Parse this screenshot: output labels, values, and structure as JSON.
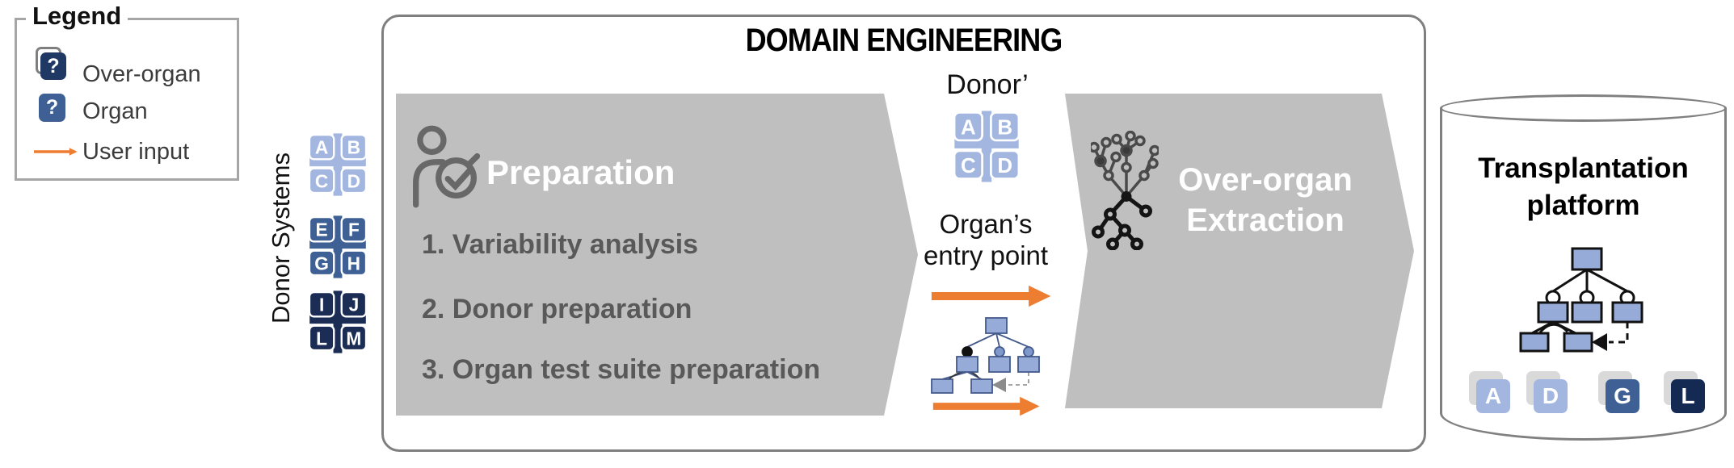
{
  "colors": {
    "orange": "#ED7D31",
    "chevron_gray": "#BFBFBF",
    "step_text_gray": "#595959",
    "box_border_gray": "#7F7F7F",
    "legend_border_gray": "#A6A6A6",
    "light_blue": "#A2B6E0",
    "mid_blue": "#3E6095",
    "navy": "#1B2D55",
    "legend_navy": "#1F3864",
    "tree_node_fill": "#97ABD9"
  },
  "legend": {
    "title": "Legend",
    "items": [
      {
        "icon": "over-organ-icon",
        "label": "Over-organ",
        "question_mark": "?"
      },
      {
        "icon": "organ-icon",
        "label": "Organ",
        "question_mark": "?"
      },
      {
        "icon": "user-input-arrow-icon",
        "label": "User input"
      }
    ]
  },
  "donor_systems": {
    "label": "Donor Systems",
    "systems": [
      {
        "color": "#A2B6E0",
        "letters": [
          "A",
          "B",
          "C",
          "D"
        ]
      },
      {
        "color": "#3E6095",
        "letters": [
          "E",
          "F",
          "G",
          "H"
        ]
      },
      {
        "color": "#1B2D55",
        "letters": [
          "I",
          "J",
          "L",
          "M"
        ]
      }
    ]
  },
  "domain_engineering": {
    "title": "DOMAIN ENGINEERING",
    "preparation": {
      "title": "Preparation",
      "steps": [
        "1. Variability analysis",
        "2. Donor preparation",
        "3. Organ test suite preparation"
      ]
    },
    "handoff": {
      "donor_label": "Donor’",
      "donor_icon_color": "#A2B6E0",
      "donor_letters": [
        "A",
        "B",
        "C",
        "D"
      ],
      "entry_line1": "Organ’s",
      "entry_line2": "entry point"
    },
    "extraction": {
      "title_line1": "Over-organ",
      "title_line2": "Extraction"
    }
  },
  "platform": {
    "title_line1": "Transplantation",
    "title_line2": "platform",
    "tiles": [
      {
        "letter": "A",
        "color": "#A2B6E0"
      },
      {
        "letter": "D",
        "color": "#A2B6E0"
      },
      {
        "letter": "G",
        "color": "#3E6095"
      },
      {
        "letter": "L",
        "color": "#152A52"
      }
    ]
  }
}
